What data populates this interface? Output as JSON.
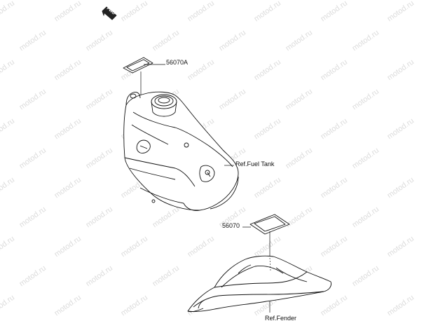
{
  "watermark": {
    "text": "motod.ru"
  },
  "direction_badge": {
    "text": "FWD"
  },
  "labels": {
    "part_56070A": "56070A",
    "ref_fuel_tank": "Ref.Fuel Tank",
    "part_56070": "56070",
    "ref_fender": "Ref.Fender"
  },
  "colors": {
    "line": "#111111",
    "watermark": "#dcdcdc",
    "background": "#ffffff"
  }
}
